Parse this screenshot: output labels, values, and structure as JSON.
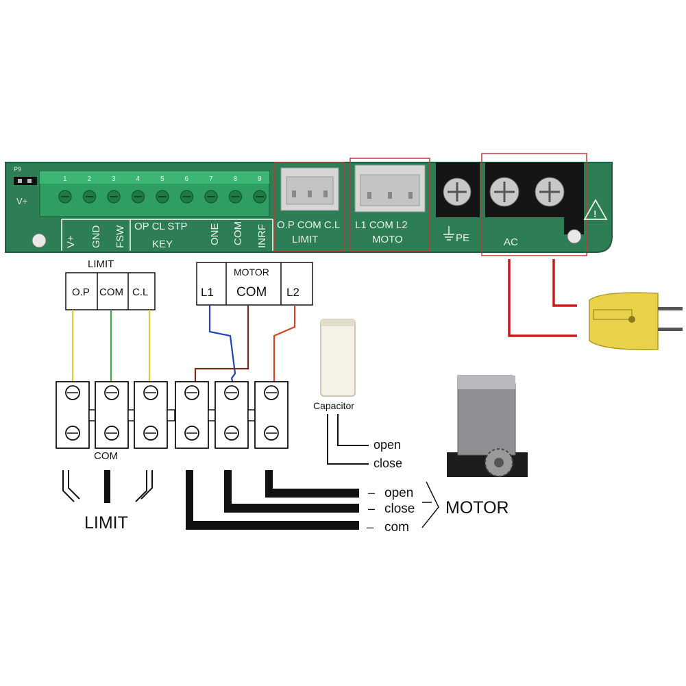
{
  "board": {
    "jumper_label": "P9",
    "vplus_label": "V+",
    "pin_numbers": [
      "1",
      "2",
      "3",
      "4",
      "5",
      "6",
      "7",
      "8",
      "9"
    ],
    "pins": [
      "V+",
      "GND",
      "FSW",
      "ONE",
      "COM",
      "INRF"
    ],
    "key_group": {
      "pins": "OP  CL  STP",
      "label": "KEY"
    },
    "limit_connector": {
      "pins": "O.P COM C.L",
      "label": "LIMIT"
    },
    "moto_connector": {
      "pins": "L1 COM L2",
      "label": "MOTO"
    },
    "pe_label": "PE",
    "ac_label": "AC",
    "warning_symbol": "!"
  },
  "limit_box": {
    "title": "LIMIT",
    "cells": [
      "O.P",
      "COM",
      "C.L"
    ]
  },
  "motor_box": {
    "title": "MOTOR",
    "cells": [
      "L1",
      "COM",
      "L2"
    ]
  },
  "capacitor": {
    "label": "Capacitor",
    "open": "open",
    "close": "close"
  },
  "terminal_block": {
    "com_label": "COM"
  },
  "limit_caption": "LIMIT",
  "motor_legend": {
    "open": "open",
    "close": "close",
    "com": "com",
    "title": "MOTOR"
  },
  "wire_colors": {
    "op": "#e8c830",
    "com": "#3cab3c",
    "cl": "#e8c830",
    "l1": "#2040c0",
    "motor_com": "#7a2a1a",
    "l2": "#d84020",
    "ac": "#d01818"
  }
}
